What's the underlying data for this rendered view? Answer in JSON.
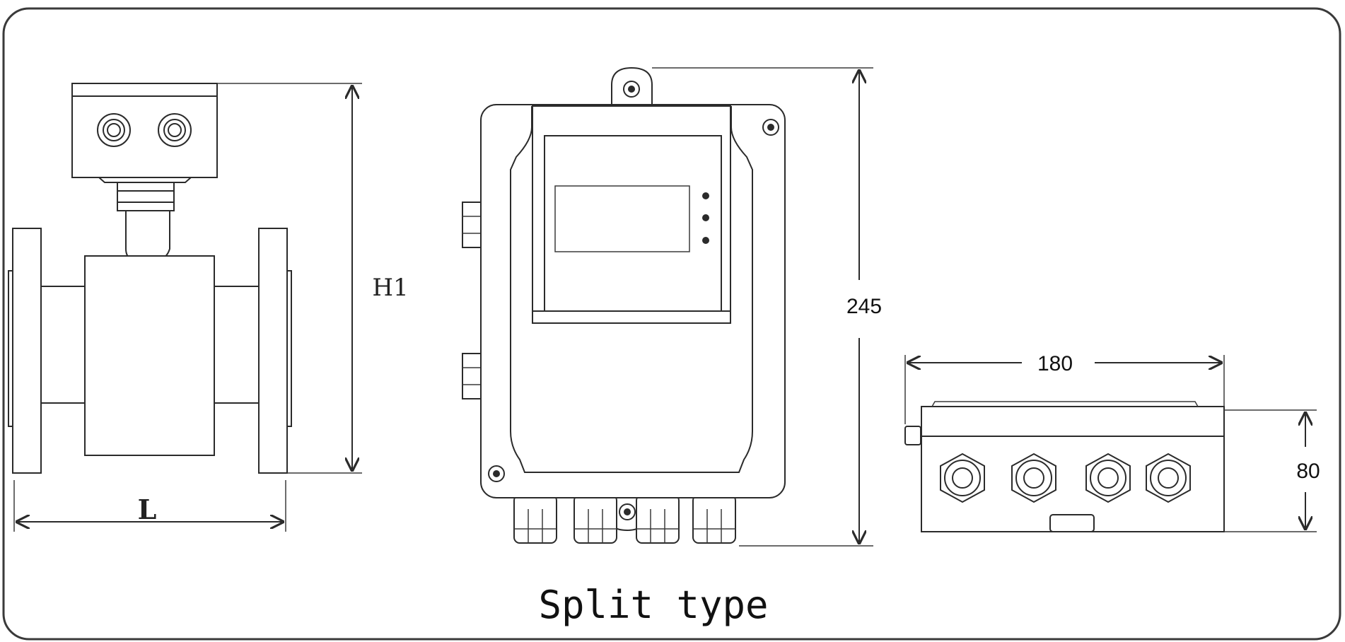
{
  "diagram": {
    "caption": "Split type",
    "sensor": {
      "height_label": "H1",
      "length_label": "L"
    },
    "converter_front": {
      "height_label": "245"
    },
    "converter_bottom": {
      "width_label": "180",
      "depth_label": "80"
    }
  },
  "colors": {
    "line": "#2b2b2b",
    "frame": "#3a3a3a",
    "background": "#ffffff"
  }
}
